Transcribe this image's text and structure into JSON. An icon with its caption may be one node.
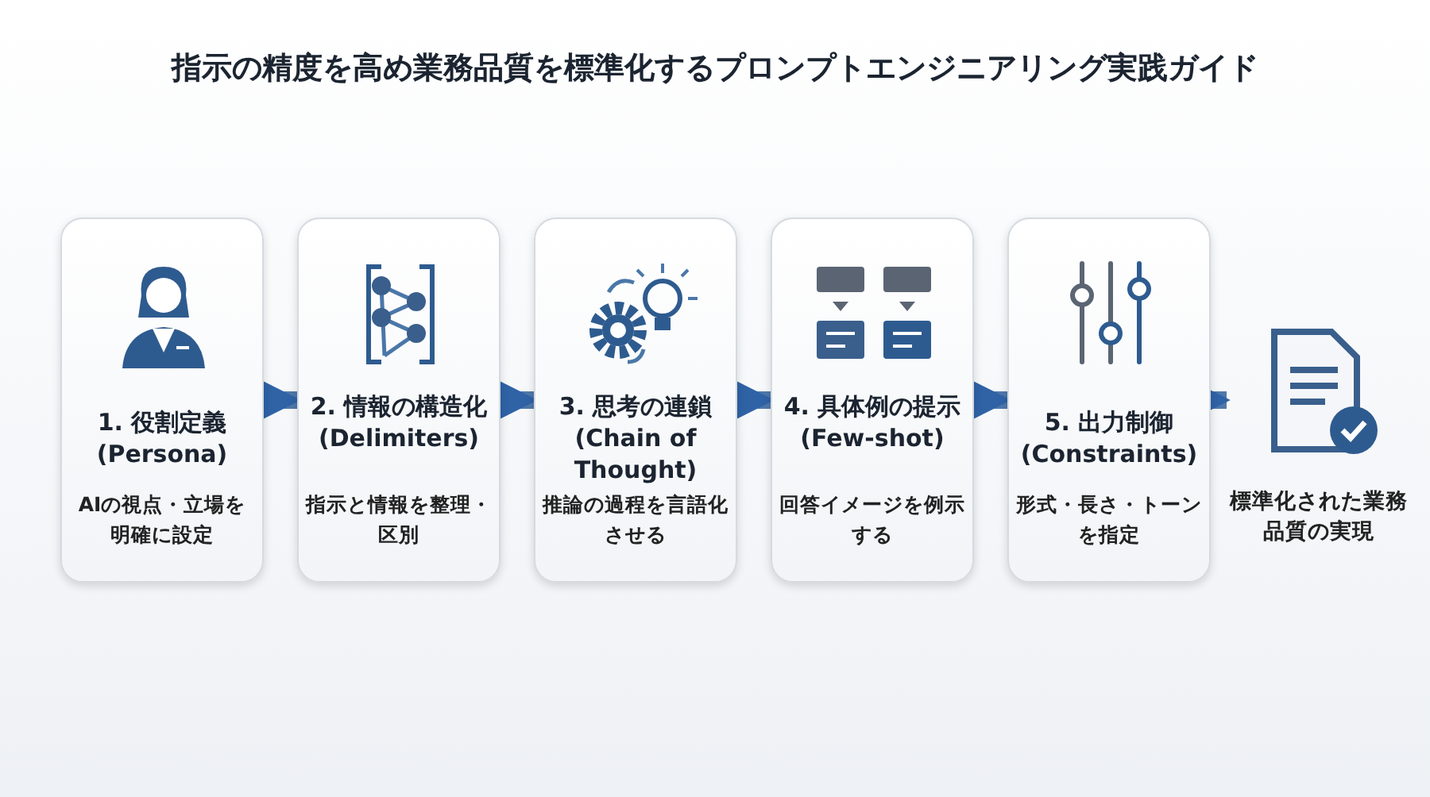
{
  "diagram": {
    "title": "指示の精度を高め業務品質を標準化するプロンプトエンジニアリング実践ガイド",
    "nodes": [
      {
        "text": [
          "1. 役割定義 (Persona)",
          "AIの視点・立場を明確に設定"
        ]
      },
      {
        "text": [
          "2. 情報の構造化 (Delimiters)",
          "指示と情報を整理・区別"
        ]
      },
      {
        "text": [
          "3. 思考の連鎖 (Chain of Thought)",
          "推論の過程を言語化させる"
        ]
      },
      {
        "text": [
          "4. 具体例の提示 (Few-shot)",
          "回答イメージを例示する"
        ]
      },
      {
        "text": [
          "5. 出力制御 (Constraints)",
          "形式・長さ・トーンを指定"
        ]
      },
      {
        "text": [
          "標準化された業務品質の実現"
        ]
      }
    ],
    "edges": [
      {
        "from": 0,
        "to": 1,
        "arrow": "to"
      },
      {
        "from": 1,
        "to": 2,
        "arrow": "to"
      },
      {
        "from": 2,
        "to": 3,
        "arrow": "to"
      },
      {
        "from": 3,
        "to": 4,
        "arrow": "to"
      },
      {
        "from": 4,
        "to": 5,
        "arrow": "to"
      }
    ]
  }
}
